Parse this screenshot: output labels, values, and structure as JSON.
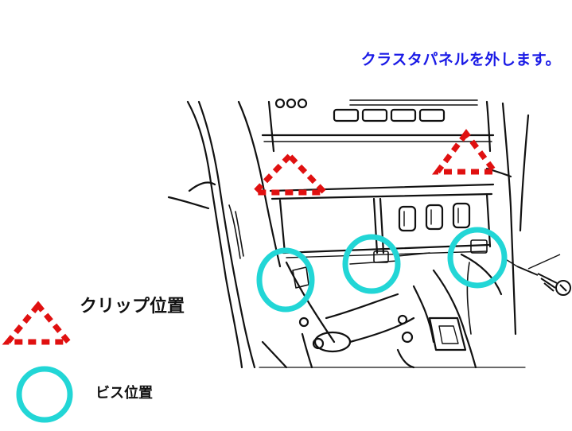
{
  "instruction": "クラスタパネルを外します。",
  "legend": {
    "clip_label": "クリップ位置",
    "screw_label": "ビス位置"
  },
  "colors": {
    "instruction": "#1a1ae6",
    "clip_marker": "#e01010",
    "screw_marker": "#22d6d6",
    "line_art": "#111111"
  },
  "icons": {
    "clip_marker": "dashed-triangle-icon",
    "screw_marker": "ring-icon",
    "screw": "screw-icon"
  }
}
